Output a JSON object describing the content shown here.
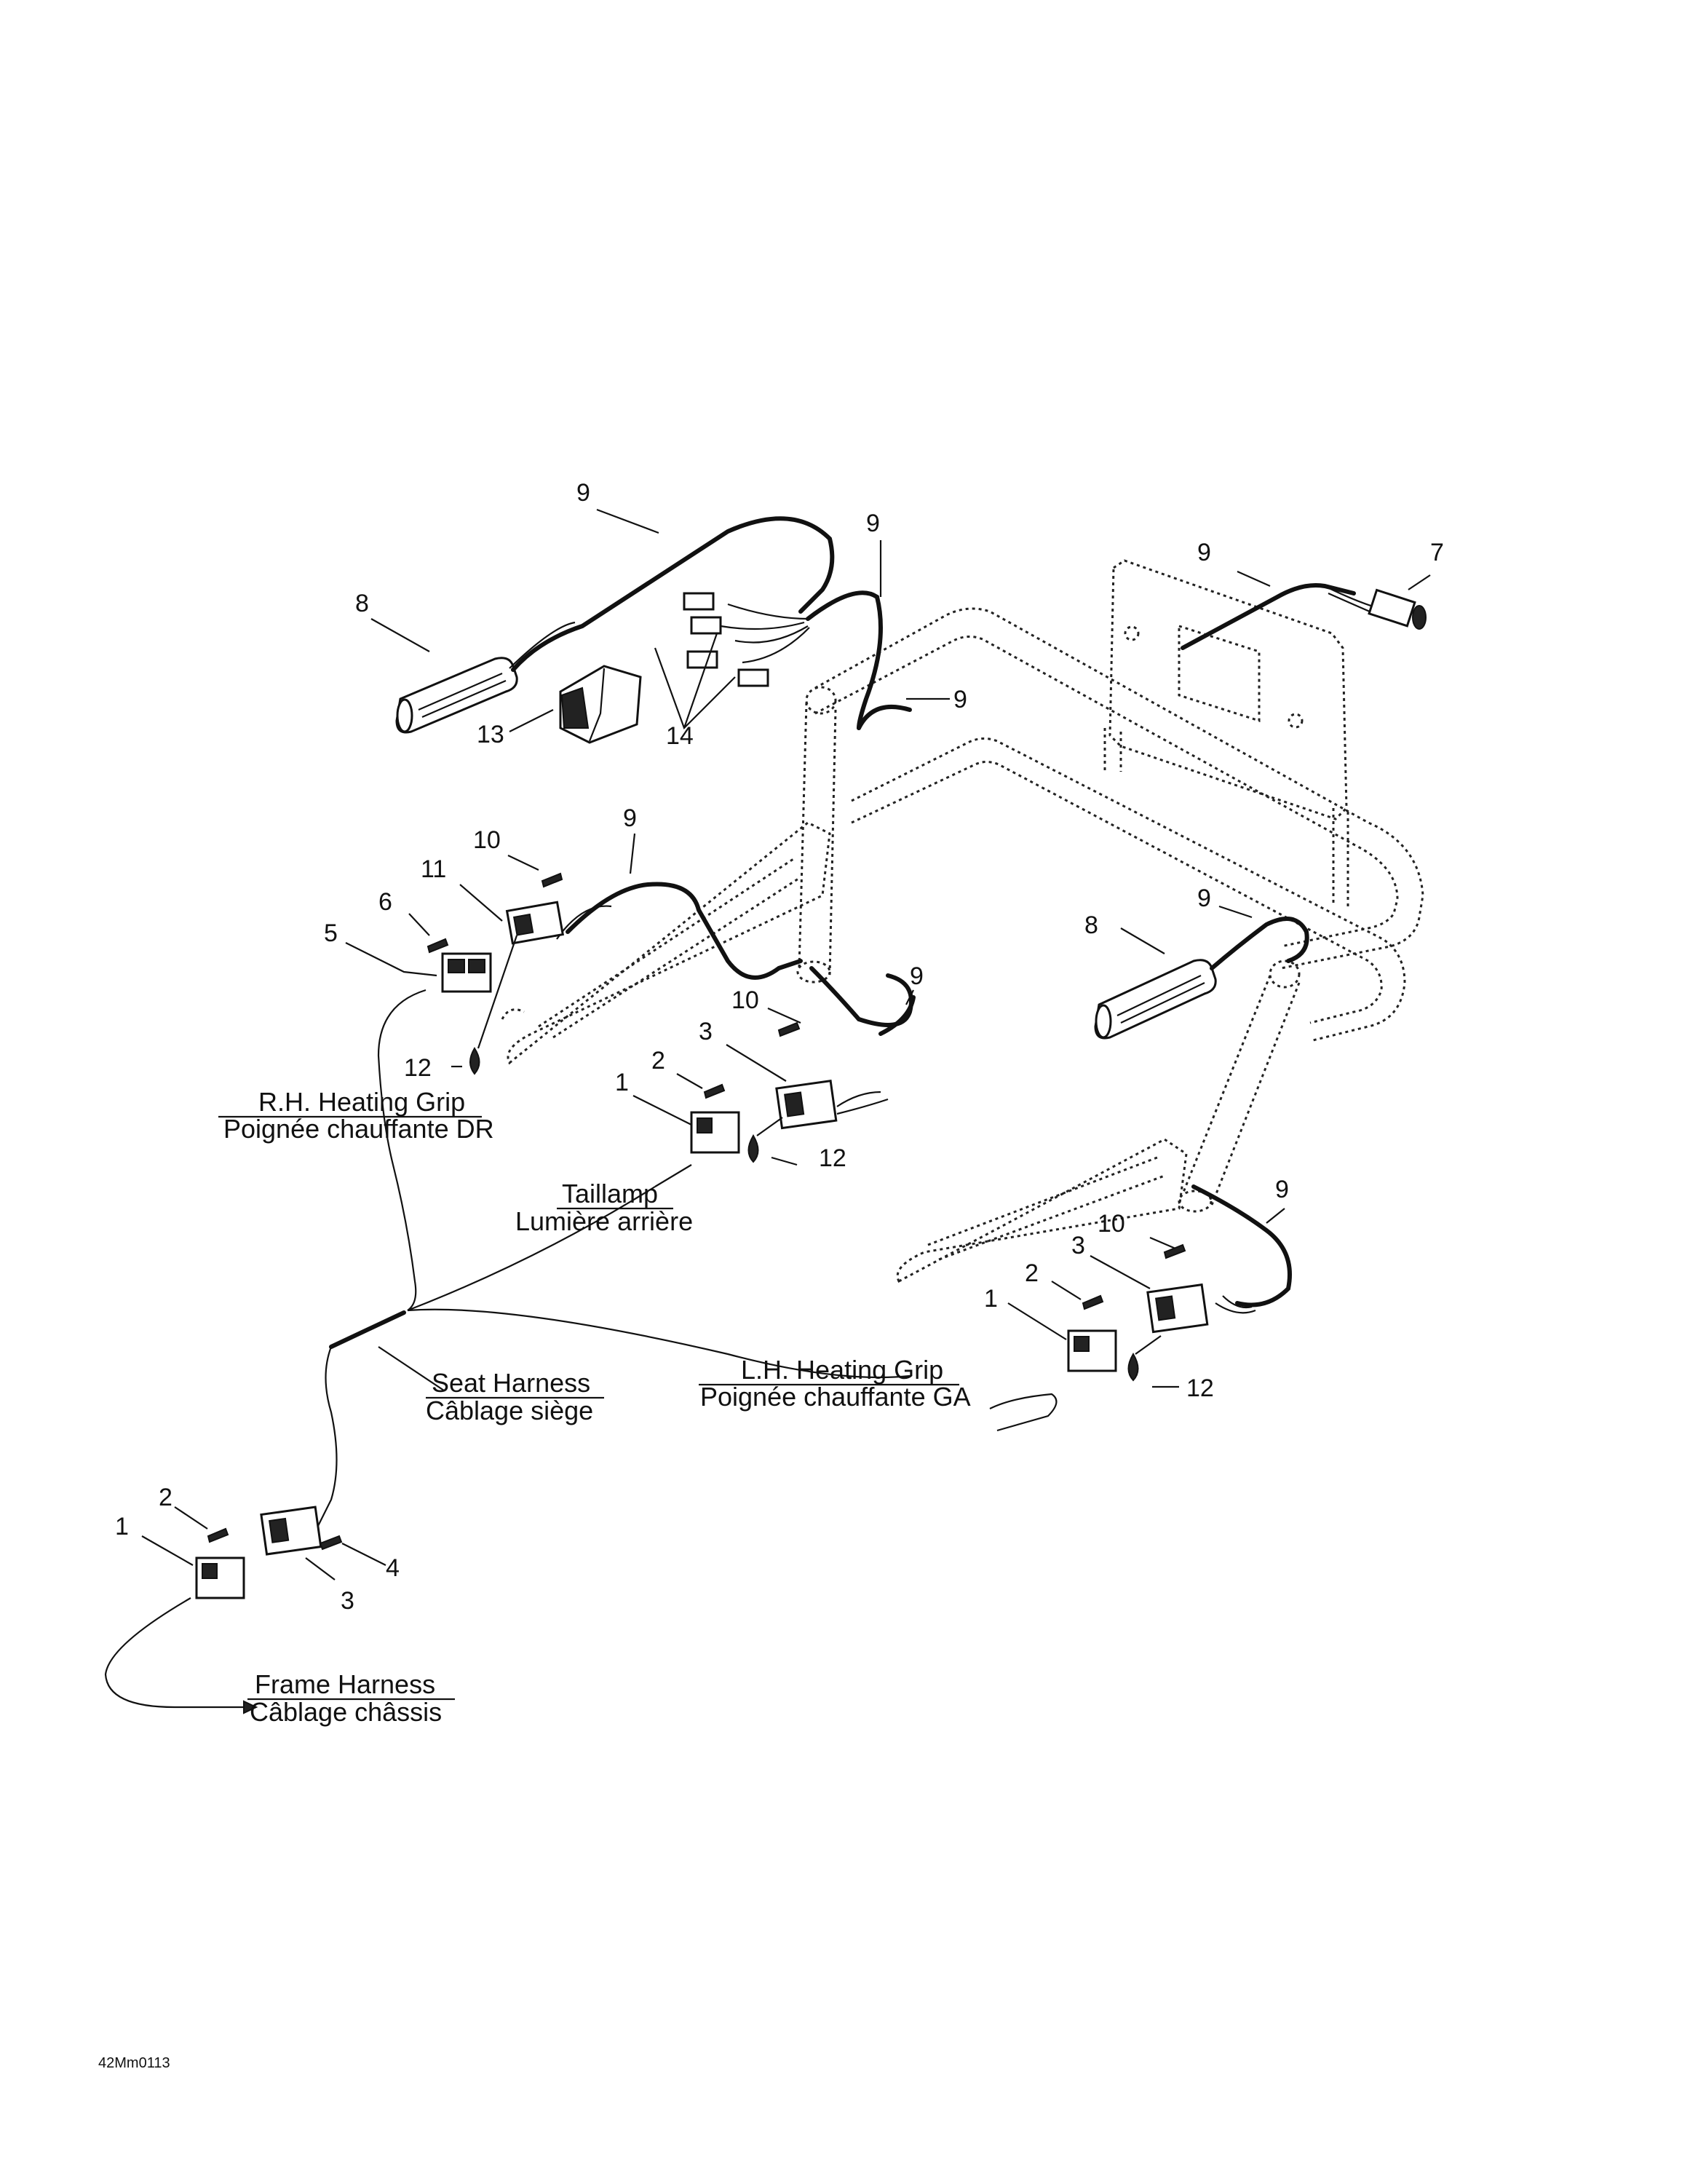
{
  "callouts": {
    "c1": "9",
    "c2": "9",
    "c3": "9",
    "c4": "7",
    "c5": "8",
    "c6": "9",
    "c7": "13",
    "c8": "14",
    "c9": "9",
    "c10": "10",
    "c11": "11",
    "c12": "6",
    "c13": "5",
    "c14": "12",
    "c15": "9",
    "c16": "9",
    "c17": "10",
    "c18": "3",
    "c19": "2",
    "c20": "1",
    "c21": "12",
    "c22": "8",
    "c23": "9",
    "c24": "10",
    "c25": "3",
    "c26": "2",
    "c27": "1",
    "c28": "12",
    "c29": "2",
    "c30": "1",
    "c31": "3",
    "c32": "4"
  },
  "captions": {
    "rh_grip_en": "R.H. Heating Grip",
    "rh_grip_fr": "Poignée chauffante DR",
    "taillamp_en": "Taillamp",
    "taillamp_fr": "Lumière arrière",
    "seat_en": "Seat Harness",
    "seat_fr": "Câblage siège",
    "lh_grip_en": "L.H. Heating Grip",
    "lh_grip_fr": "Poignée chauffante GA",
    "frame_en": "Frame Harness",
    "frame_fr": "Câblage châssis"
  },
  "figure_code": "42Mm0113"
}
